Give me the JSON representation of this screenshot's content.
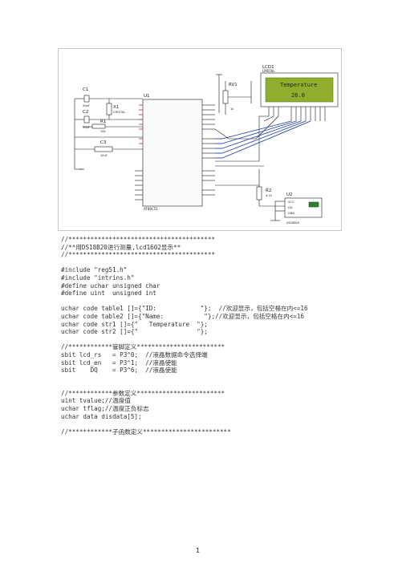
{
  "header": {
    "watermark": ""
  },
  "schematic": {
    "lcd": {
      "ref": "LCD1",
      "model": "LM016L",
      "line1": "Temperature",
      "line2": "26.0"
    },
    "mcu": {
      "ref": "U1",
      "model": "AT89C51"
    },
    "crystal": {
      "ref": "X1",
      "value": "CRYSTAL"
    },
    "caps": [
      {
        "ref": "C1",
        "value": "30pF"
      },
      {
        "ref": "C2",
        "value": "30pF"
      },
      {
        "ref": "C3",
        "value": "10uF"
      }
    ],
    "resistors": [
      {
        "ref": "R1",
        "value": "10k"
      },
      {
        "ref": "R2",
        "value": "4.7k"
      }
    ],
    "pot": {
      "ref": "RV1",
      "value": "1k"
    },
    "sensor": {
      "ref": "U2",
      "model": "DS18B20",
      "pins": [
        "VCC",
        "DQ",
        "GND"
      ]
    }
  },
  "code_lines": [
    "//****************************************",
    "//**用DS18B20进行测量,lcd1602显示**",
    "//****************************************",
    "",
    "#include \"reg51.h\"",
    "#include \"intrins.h\"",
    "#define uchar unsigned char",
    "#define uint  unsigned int",
    "",
    "uchar code table1 []={\"ID:            \"};  //欢迎显示，包括空格在内<=16",
    "uchar code table2 []={\"Name:           \"};//欢迎显示，包括空格在内<=16",
    "uchar code str1 []={\"   Temperature  \"};",
    "uchar code str2 []={\"                \"};",
    "",
    "//************管脚定义************************",
    "sbit lcd_rs   = P3^0;  //液晶数据命令选择端",
    "sbit lcd_en   = P3^1;  //液晶使能",
    "sbit    DQ    = P3^6;  //液晶使能",
    "",
    "",
    "//************参数定义************************",
    "uint tvalue;//温度值",
    "uchar tflag;//温度正负标志",
    "uchar data disdata[5];",
    "",
    "//************子函数定义************************"
  ],
  "footer": {
    "page_number": "1",
    "faded": ""
  }
}
